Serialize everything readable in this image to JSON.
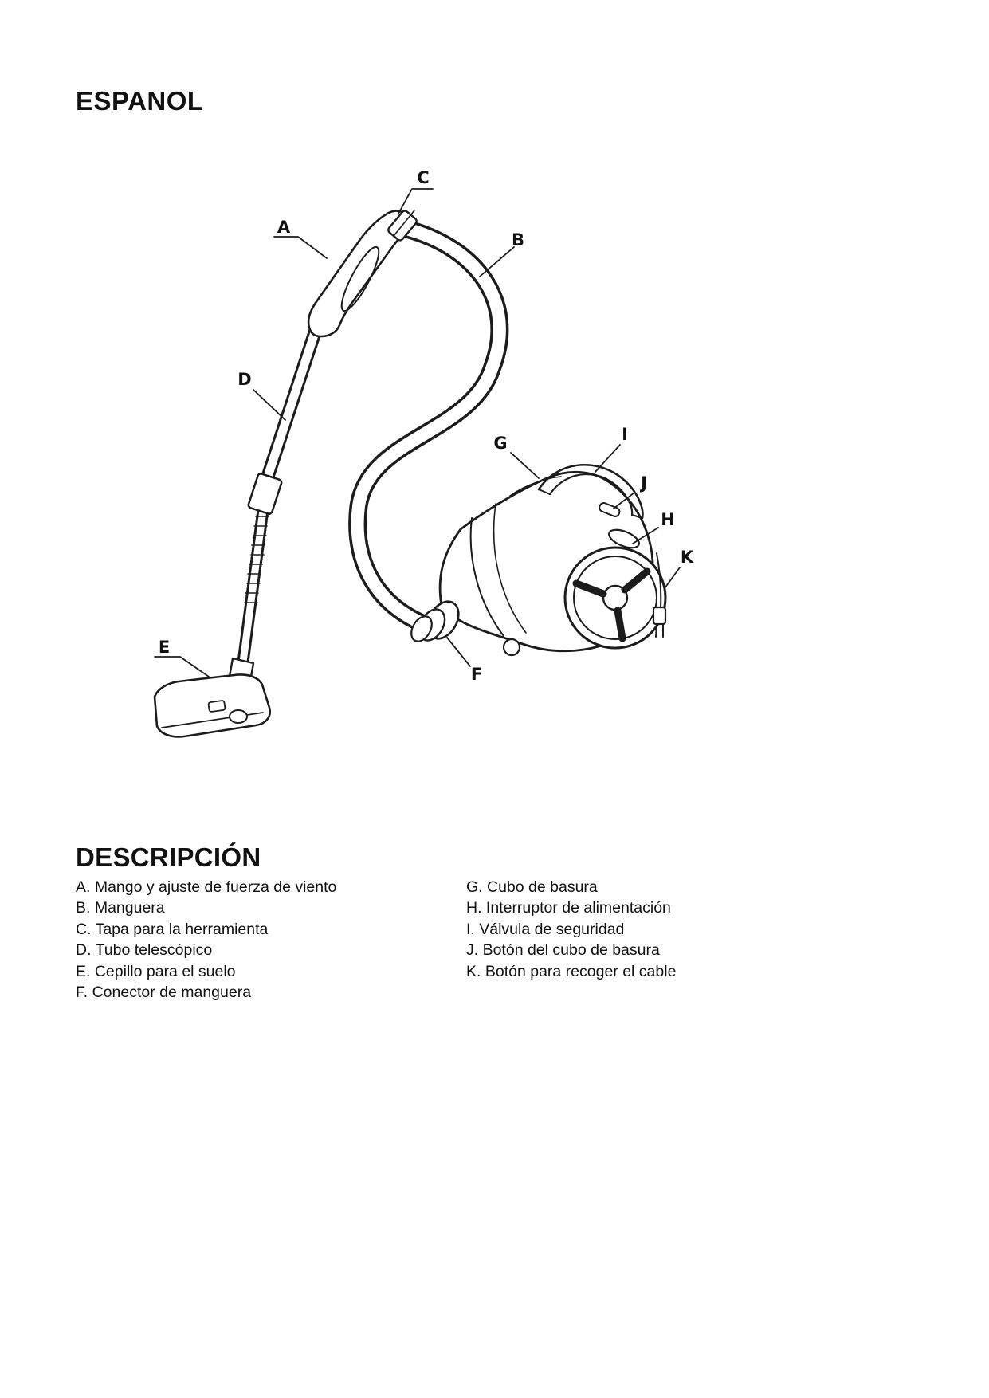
{
  "page": {
    "title": "ESPANOL",
    "section_title": "DESCRIPCIÓN"
  },
  "diagram": {
    "labels": [
      "A",
      "B",
      "C",
      "D",
      "E",
      "F",
      "G",
      "H",
      "I",
      "J",
      "K"
    ]
  },
  "descriptions": {
    "left": [
      "A. Mango y ajuste de fuerza de viento",
      "B. Manguera",
      "C. Tapa para la herramienta",
      "D. Tubo telescópico",
      "E. Cepillo para el suelo",
      "F. Conector de manguera"
    ],
    "right": [
      "G. Cubo de basura",
      "H. Interruptor de alimentación",
      "I. Válvula de seguridad",
      "J. Botón del cubo de basura",
      "K. Botón para recoger el cable"
    ]
  }
}
